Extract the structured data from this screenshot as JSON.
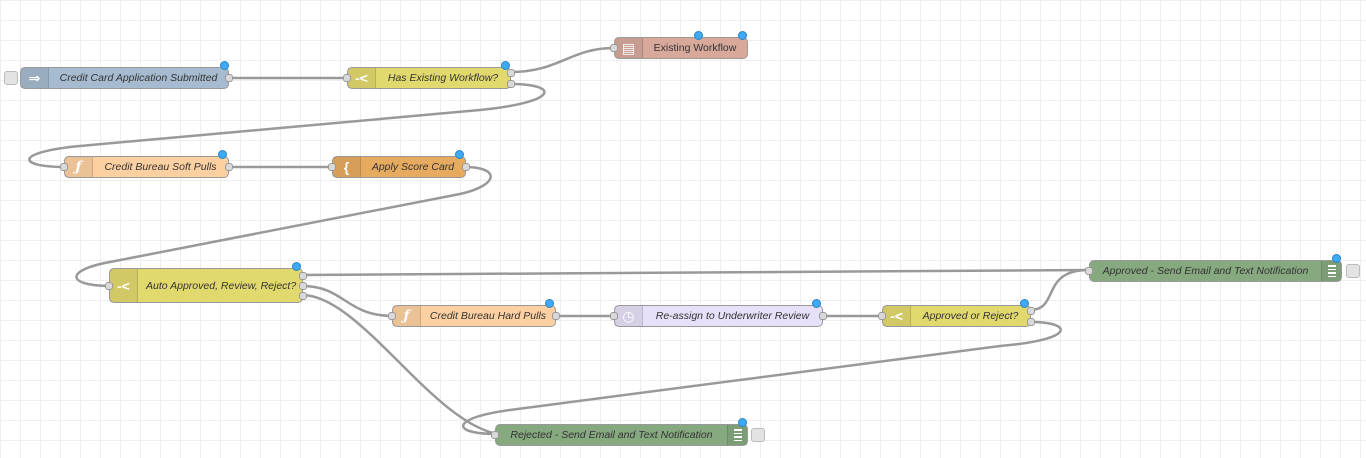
{
  "colors": {
    "inject": "#a6bbcf",
    "switch": "#e2d96e",
    "function": "#fdd0a2",
    "template": "#e7ab5f",
    "workflow": "#d8a89b",
    "reassign": "#e6e0f8",
    "notify": "#87a980",
    "wire": "#999999",
    "status_dot": "#3fa9f5"
  },
  "nodes": {
    "submitted": {
      "label": "Credit Card Application Submitted",
      "icon": "arrow-icon"
    },
    "has_workflow": {
      "label": "Has Existing Workflow?",
      "icon": "switch-icon"
    },
    "existing_workflow": {
      "label": "Existing Workflow",
      "icon": "workflow-icon"
    },
    "soft_pulls": {
      "label": "Credit Bureau Soft Pulls",
      "icon": "function-icon"
    },
    "score_card": {
      "label": "Apply Score Card",
      "icon": "template-icon"
    },
    "auto_decision": {
      "label": "Auto Approved, Review, Reject?",
      "icon": "switch-icon"
    },
    "hard_pulls": {
      "label": "Credit Bureau Hard Pulls",
      "icon": "function-icon"
    },
    "reassign": {
      "label": "Re-assign to Underwriter Review",
      "icon": "timer-icon"
    },
    "approved_or_reject": {
      "label": "Approved or Reject?",
      "icon": "switch-icon"
    },
    "approved_notify": {
      "label": "Approved - Send Email and Text Notification",
      "icon": "list-icon"
    },
    "rejected_notify": {
      "label": "Rejected - Send Email and Text Notification",
      "icon": "list-icon"
    }
  }
}
